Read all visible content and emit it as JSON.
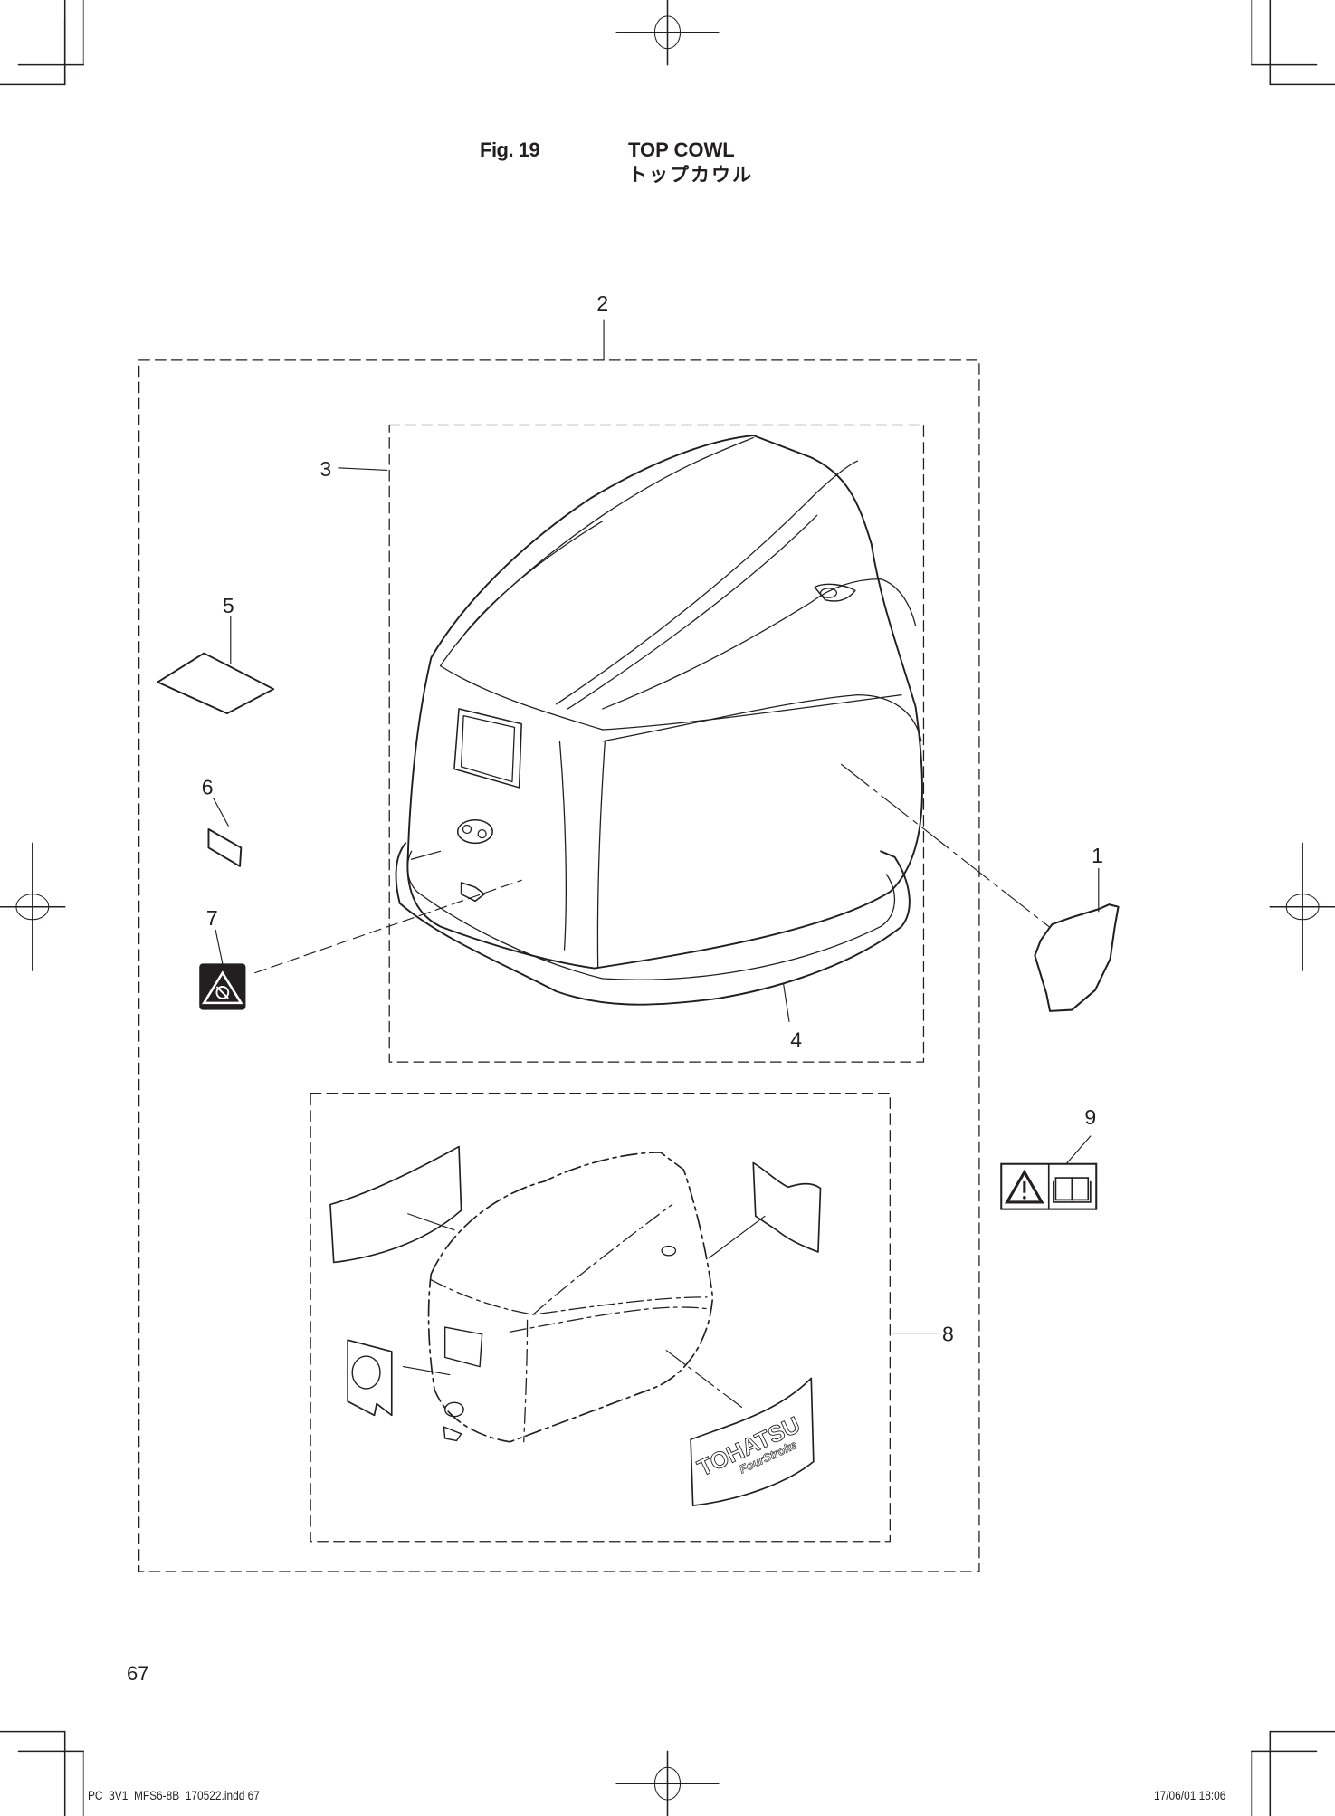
{
  "figure": {
    "number": "Fig. 19",
    "title_en": "TOP COWL",
    "title_jp": "トップカウル"
  },
  "callouts": {
    "c1": "1",
    "c2": "2",
    "c3": "3",
    "c4": "4",
    "c5": "5",
    "c6": "6",
    "c7": "7",
    "c8": "8",
    "c9": "9"
  },
  "parts": [
    {
      "ref": "1",
      "description": "side decal (curved panel)"
    },
    {
      "ref": "2",
      "description": "top cowl assembly (outer group)"
    },
    {
      "ref": "3",
      "description": "top cowl (inner group)"
    },
    {
      "ref": "4",
      "description": "cowl seal / rubber gasket"
    },
    {
      "ref": "5",
      "description": "rectangular label"
    },
    {
      "ref": "6",
      "description": "small label"
    },
    {
      "ref": "7",
      "description": "warning label (black, triangle)"
    },
    {
      "ref": "8",
      "description": "decal set (emblem, side decals, TOHATSU logo)"
    },
    {
      "ref": "9",
      "description": "caution label (triangle + manual book)"
    }
  ],
  "decal": {
    "brand": "TOHATSU",
    "sub": "FourStroke"
  },
  "icons": {
    "warning_triangle": "warning-triangle-icon",
    "manual_book": "manual-book-icon",
    "no_fuel": "no-fuel-icon",
    "registration_mark": "registration-mark-icon"
  },
  "footer": {
    "page_number": "67",
    "slug_file": "PC_3V1_MFS6-8B_170522.indd   67",
    "slug_date": "17/06/01   18:06"
  },
  "colors": {
    "ink": "#231f20",
    "paper": "#ffffff",
    "label_black": "#231f20"
  }
}
